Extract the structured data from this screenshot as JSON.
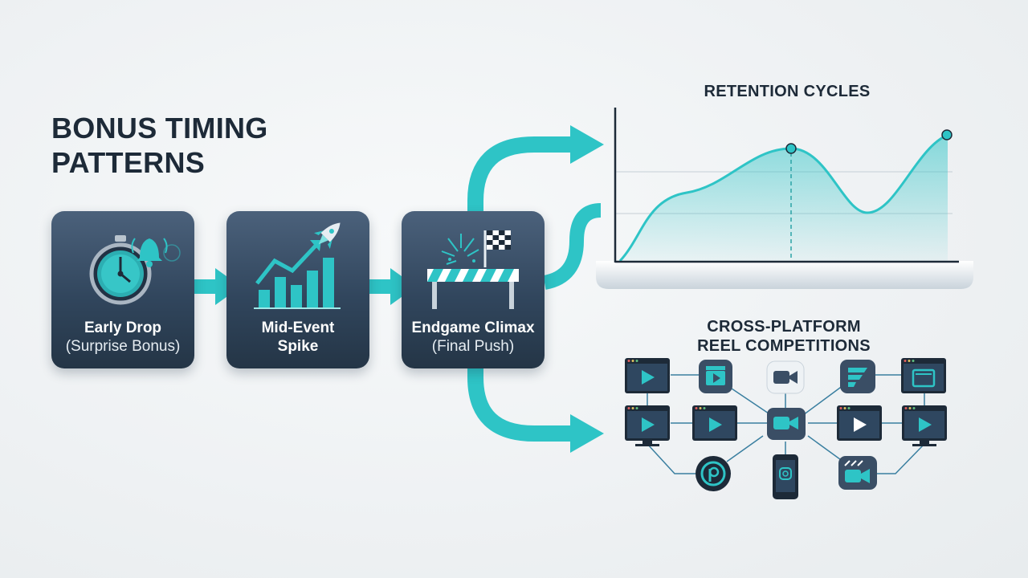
{
  "title": {
    "line1": "BONUS TIMING",
    "line2": "PATTERNS"
  },
  "stages": [
    {
      "name": "Early Drop",
      "sub": "(Surprise Bonus)",
      "icon": "stopwatch-bell-icon"
    },
    {
      "name": "Mid-Event",
      "sub": "Spike",
      "icon": "rocket-growth-chart-icon"
    },
    {
      "name": "Endgame Climax",
      "sub": "(Final Push)",
      "icon": "finish-line-flag-icon"
    }
  ],
  "retention": {
    "title": "RETENTION CYCLES"
  },
  "network": {
    "title_line1": "CROSS-PLATFORM",
    "title_line2": "REEL COMPETITIONS"
  },
  "colors": {
    "accent": "#2ec4c6",
    "dark": "#1d2a38",
    "card": "#3a4e65"
  }
}
